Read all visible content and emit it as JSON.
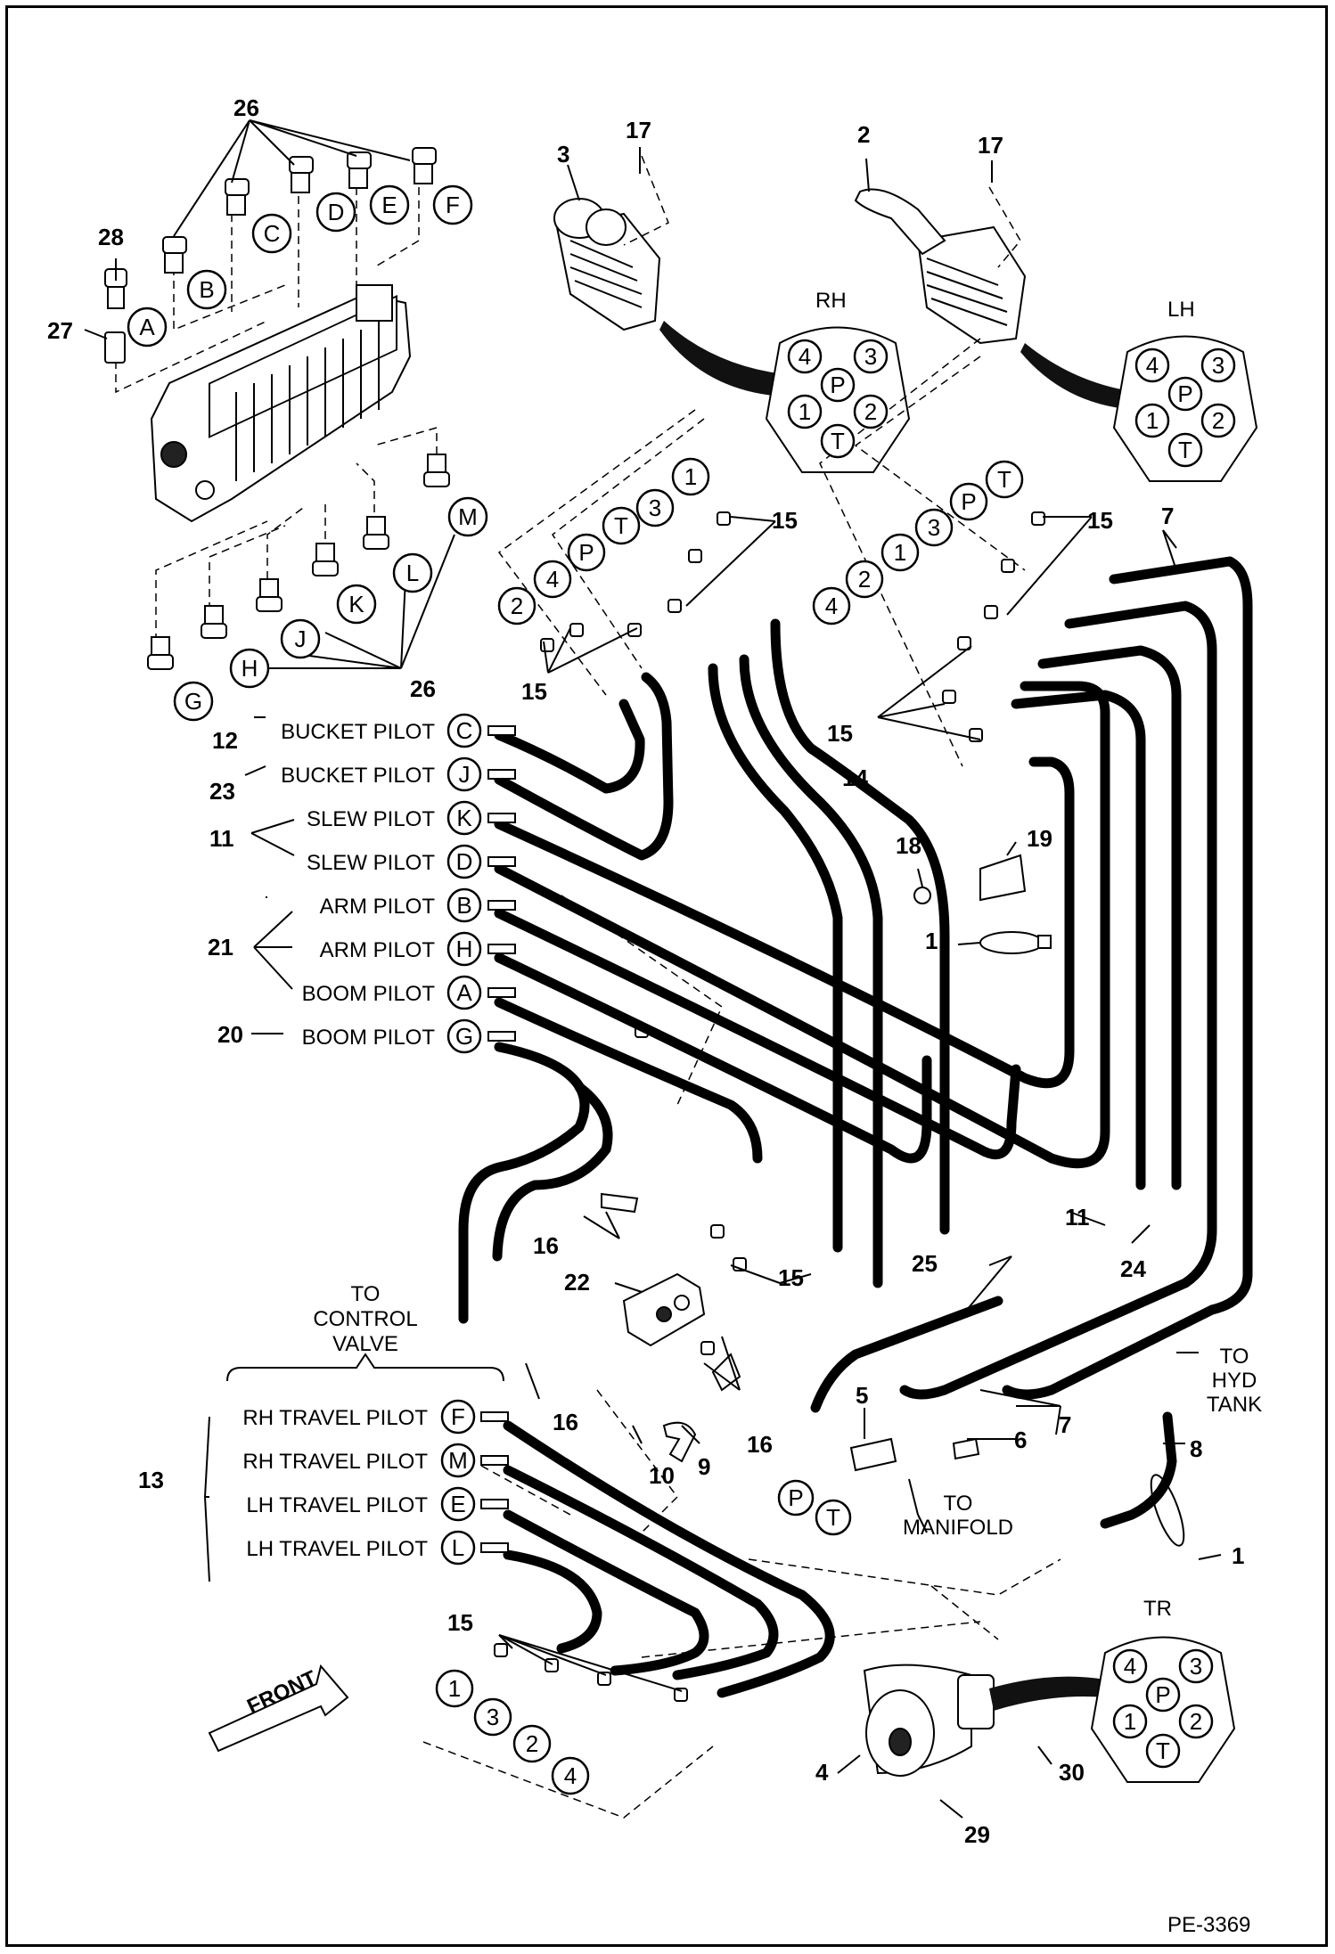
{
  "figure_code": "PE-3369",
  "joysticks": [
    {
      "id": "rh",
      "title": "RH",
      "callout": "3",
      "ports": [
        "4",
        "3",
        "P",
        "1",
        "2",
        "T"
      ]
    },
    {
      "id": "lh",
      "title": "LH",
      "callout": "2",
      "ports": [
        "4",
        "3",
        "P",
        "1",
        "2",
        "T"
      ]
    },
    {
      "id": "tr",
      "title": "TR",
      "callout": "4",
      "ports": [
        "4",
        "3",
        "P",
        "1",
        "2",
        "T"
      ]
    }
  ],
  "pilot_lines": [
    {
      "callout": "12",
      "name": "BUCKET PILOT",
      "port": "C"
    },
    {
      "callout": "23",
      "name": "BUCKET PILOT",
      "port": "J"
    },
    {
      "callout": "11",
      "name": "SLEW PILOT",
      "port": "K"
    },
    {
      "callout": "",
      "name": "SLEW PILOT",
      "port": "D"
    },
    {
      "callout": "",
      "name": "ARM PILOT",
      "port": "B"
    },
    {
      "callout": "21",
      "name": "ARM PILOT",
      "port": "H"
    },
    {
      "callout": "",
      "name": "BOOM PILOT",
      "port": "A"
    },
    {
      "callout": "20",
      "name": "BOOM PILOT",
      "port": "G"
    }
  ],
  "travel_lines": [
    {
      "name": "RH TRAVEL PILOT",
      "port": "F"
    },
    {
      "name": "RH TRAVEL PILOT",
      "port": "M"
    },
    {
      "name": "LH TRAVEL PILOT",
      "port": "E"
    },
    {
      "name": "LH TRAVEL PILOT",
      "port": "L"
    }
  ],
  "travel_callout": "13",
  "to_control_valve": [
    "TO",
    "CONTROL",
    "VALVE"
  ],
  "to_hyd_tank": [
    "TO",
    "HYD",
    "TANK"
  ],
  "to_manifold": [
    "TO",
    "MANIFOLD"
  ],
  "front_label": "FRONT",
  "valve_fittings_top": [
    "A",
    "B",
    "C",
    "D",
    "E",
    "F"
  ],
  "valve_fittings_bottom": [
    "G",
    "H",
    "J",
    "K",
    "L",
    "M"
  ],
  "rh_ports_column": [
    "2",
    "4",
    "P",
    "T",
    "3",
    "1"
  ],
  "lh_ports_column": [
    "4",
    "2",
    "1",
    "3",
    "P",
    "T"
  ],
  "tr_ports_bottom": [
    "1",
    "3",
    "2",
    "4"
  ],
  "callouts": {
    "c26a": "26",
    "c26b": "26",
    "c28": "28",
    "c27": "27",
    "c3": "3",
    "c2": "2",
    "c17a": "17",
    "c17b": "17",
    "c15a": "15",
    "c15b": "15",
    "c15c": "15",
    "c15d": "15",
    "c15e": "15",
    "c15f": "15",
    "c7a": "7",
    "c7b": "7",
    "c14": "14",
    "c18": "18",
    "c19": "19",
    "c1a": "1",
    "c1b": "1",
    "c11b": "11",
    "c24": "24",
    "c25": "25",
    "c16a": "16",
    "c16b": "16",
    "c16c": "16",
    "c22": "22",
    "c10": "10",
    "c9": "9",
    "c5": "5",
    "c6": "6",
    "c8": "8",
    "c4": "4",
    "c29": "29",
    "c30": "30"
  },
  "manifold_ports": [
    "P",
    "T"
  ]
}
